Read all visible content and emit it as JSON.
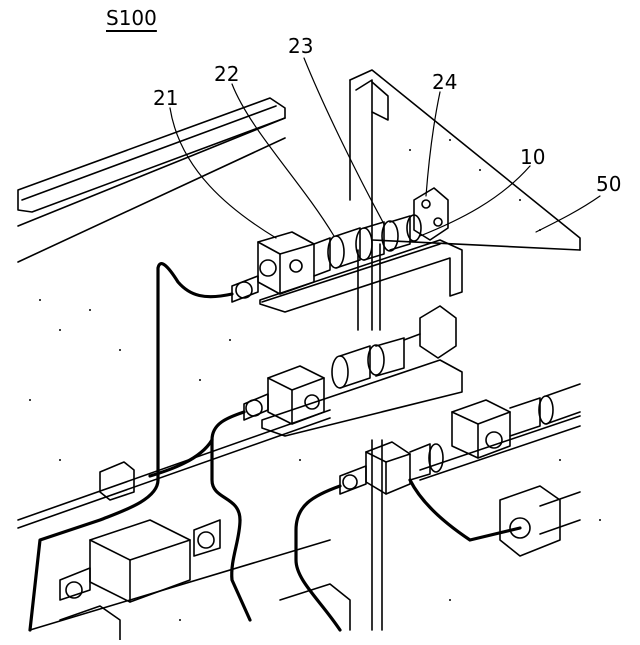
{
  "figure": {
    "title": "S100",
    "labels": {
      "l21": "21",
      "l22": "22",
      "l23": "23",
      "l24": "24",
      "l10": "10",
      "l50": "50"
    }
  },
  "colors": {
    "line": "#000000",
    "background": "#ffffff"
  }
}
